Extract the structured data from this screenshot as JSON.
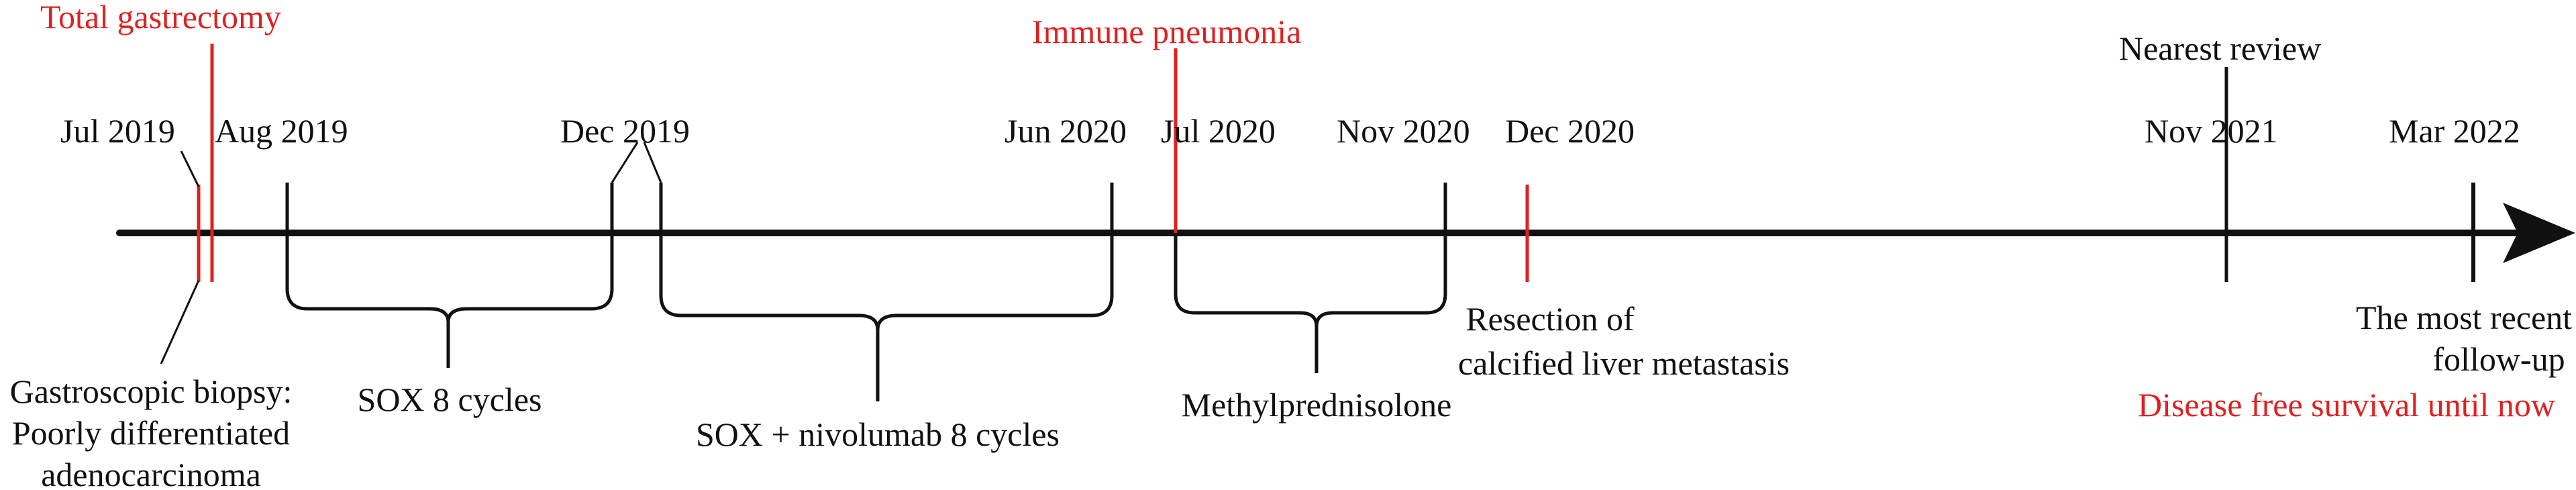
{
  "diagram": {
    "colors": {
      "black": "#111111",
      "red": "#e02020"
    },
    "dates": {
      "jul_2019": "Jul 2019",
      "aug_2019": "Aug 2019",
      "dec_2019": "Dec 2019",
      "jun_2020": "Jun 2020",
      "jul_2020": "Jul 2020",
      "nov_2020": "Nov 2020",
      "dec_2020": "Dec 2020",
      "nov_2021": "Nov 2021",
      "mar_2022": "Mar 2022"
    },
    "events": {
      "total_gastrectomy": "Total gastrectomy",
      "immune_pneumonia": "Immune pneumonia",
      "nearest_review": "Nearest review",
      "biopsy_line1": "Gastroscopic biopsy:",
      "biopsy_line2": "Poorly differentiated",
      "biopsy_line3": "adenocarcinoma",
      "resection_line1": "Resection of",
      "resection_line2": "calcified liver metastasis",
      "followup_line1": "The most recent",
      "followup_line2": "follow-up",
      "disease_free": "Disease free survival until now"
    },
    "treatments": {
      "sox": "SOX 8 cycles",
      "sox_nivolumab": "SOX + nivolumab 8 cycles",
      "methylprednisolone": "Methylprednisolone"
    }
  }
}
